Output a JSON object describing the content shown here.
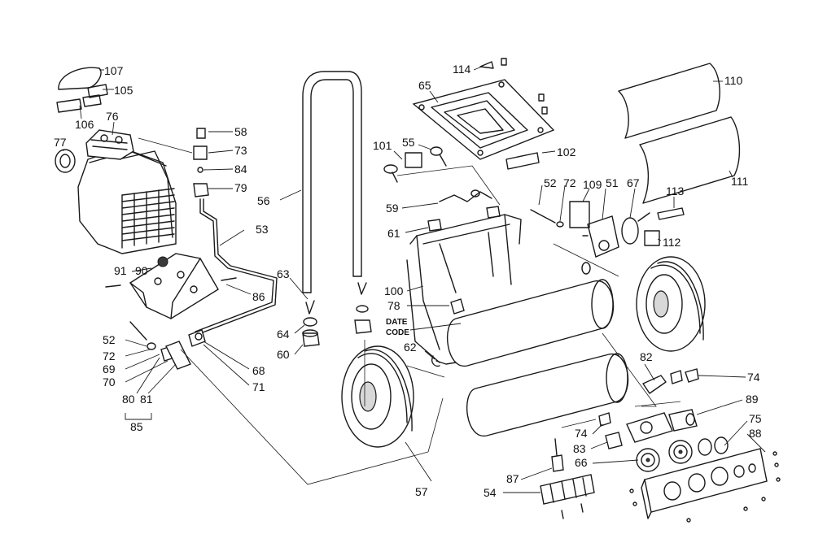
{
  "callouts": {
    "c107": "107",
    "c105": "105",
    "c106": "106",
    "c76": "76",
    "c77": "77",
    "c58": "58",
    "c73": "73",
    "c84": "84",
    "c79": "79",
    "c56": "56",
    "c53": "53",
    "c91": "91",
    "c90": "90",
    "c86": "86",
    "c63": "63",
    "c64": "64",
    "c60": "60",
    "c68": "68",
    "c71": "71",
    "c52a": "52",
    "c72a": "72",
    "c69": "69",
    "c70": "70",
    "c80": "80",
    "c81": "81",
    "c85": "85",
    "c57": "57",
    "c114": "114",
    "c65": "65",
    "c101": "101",
    "c55": "55",
    "c102": "102",
    "c110": "110",
    "c111": "111",
    "c59": "59",
    "c61": "61",
    "c52b": "52",
    "c72b": "72",
    "c109": "109",
    "c51": "51",
    "c67": "67",
    "c113": "113",
    "c112": "112",
    "c100": "100",
    "c78": "78",
    "date": "DATE",
    "code": "CODE",
    "c62": "62",
    "c82": "82",
    "c74a": "74",
    "c89": "89",
    "c74b": "74",
    "c75": "75",
    "c88": "88",
    "c83": "83",
    "c87": "87",
    "c66": "66",
    "c54": "54"
  },
  "colors": {
    "line": "#1a1a1a",
    "background": "#ffffff",
    "shade": "#d8d8d8"
  }
}
